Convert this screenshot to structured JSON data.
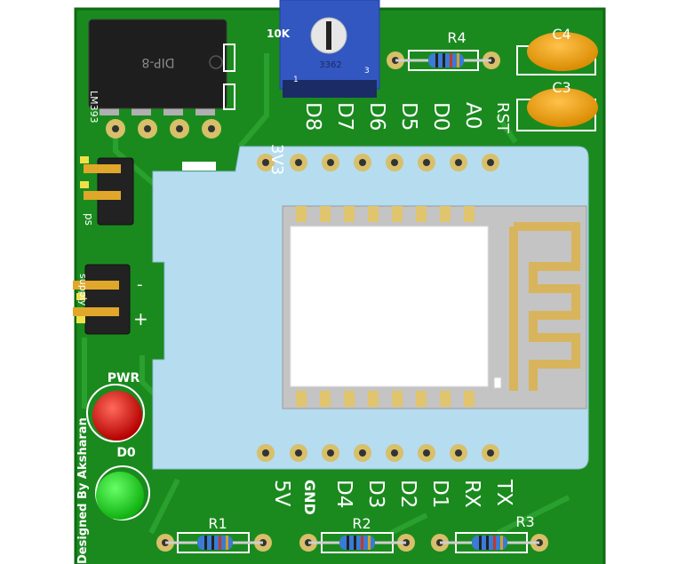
{
  "board": {
    "credit": "Designed By Aksharan",
    "colors": {
      "pcb": "#1a8a1e",
      "copper": "#2aa02e",
      "pad": "#d8bf6a",
      "module": "#b6dcf0",
      "silk": "#ffffff"
    }
  },
  "ic": {
    "package": "DIP-8",
    "part": "LM393"
  },
  "potentiometer": {
    "marking": "3362",
    "value": "10K"
  },
  "resistors": {
    "r1": "R1",
    "r2": "R2",
    "r3": "R3",
    "r4": "R4"
  },
  "capacitors": {
    "c4": "C4",
    "c3": "C3"
  },
  "leds": {
    "pwr": "PWR",
    "d0": "D0"
  },
  "headers": {
    "top_label": "ps",
    "supply_label": "supply",
    "minus": "-",
    "plus": "+"
  },
  "pins_top": [
    "3V3",
    "D8",
    "D7",
    "D6",
    "D5",
    "D0",
    "A0",
    "RST"
  ],
  "pins_bottom": [
    "5V",
    "GND",
    "D4",
    "D3",
    "D2",
    "D1",
    "RX",
    "TX"
  ]
}
